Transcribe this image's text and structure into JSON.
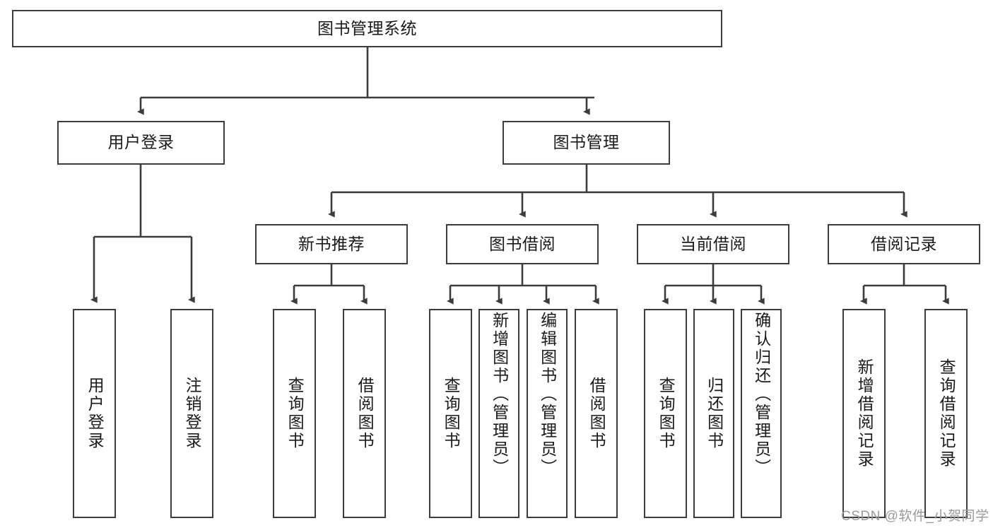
{
  "diagram": {
    "type": "hierarchy-tree",
    "title": "图书管理系统",
    "watermark": "CSDN @软件_小贺同学",
    "colors": {
      "stroke": "#3c3c3c",
      "fill": "#ffffff",
      "text": "#1a1a1a",
      "watermark": "#9a9a9a"
    },
    "nodes": {
      "root": {
        "label": "图书管理系统"
      },
      "level2": [
        {
          "id": "user-login",
          "label": "用户登录"
        },
        {
          "id": "book-management",
          "label": "图书管理"
        }
      ],
      "level3": [
        {
          "id": "new-book-recommend",
          "label": "新书推荐"
        },
        {
          "id": "book-borrow",
          "label": "图书借阅"
        },
        {
          "id": "current-borrow",
          "label": "当前借阅"
        },
        {
          "id": "borrow-record",
          "label": "借阅记录"
        }
      ],
      "leaves": [
        {
          "id": "leaf-user-login",
          "label": "用户登录",
          "parent": "user-login"
        },
        {
          "id": "leaf-logout",
          "label": "注销登录",
          "parent": "user-login"
        },
        {
          "id": "leaf-query-book-1",
          "label": "查询图书",
          "parent": "new-book-recommend"
        },
        {
          "id": "leaf-borrow-book-1",
          "label": "借阅图书",
          "parent": "new-book-recommend"
        },
        {
          "id": "leaf-query-book-2",
          "label": "查询图书",
          "parent": "book-borrow"
        },
        {
          "id": "leaf-add-book",
          "label": "新增图书（管理员）",
          "parent": "book-borrow"
        },
        {
          "id": "leaf-edit-book",
          "label": "编辑图书（管理员）",
          "parent": "book-borrow"
        },
        {
          "id": "leaf-borrow-book-2",
          "label": "借阅图书",
          "parent": "book-borrow"
        },
        {
          "id": "leaf-query-book-3",
          "label": "查询图书",
          "parent": "current-borrow"
        },
        {
          "id": "leaf-return-book",
          "label": "归还图书",
          "parent": "current-borrow"
        },
        {
          "id": "leaf-confirm-return",
          "label": "确认归还（管理员）",
          "parent": "current-borrow"
        },
        {
          "id": "leaf-add-record",
          "label": "新增借阅记录",
          "parent": "borrow-record"
        },
        {
          "id": "leaf-query-record",
          "label": "查询借阅记录",
          "parent": "borrow-record"
        }
      ]
    }
  }
}
